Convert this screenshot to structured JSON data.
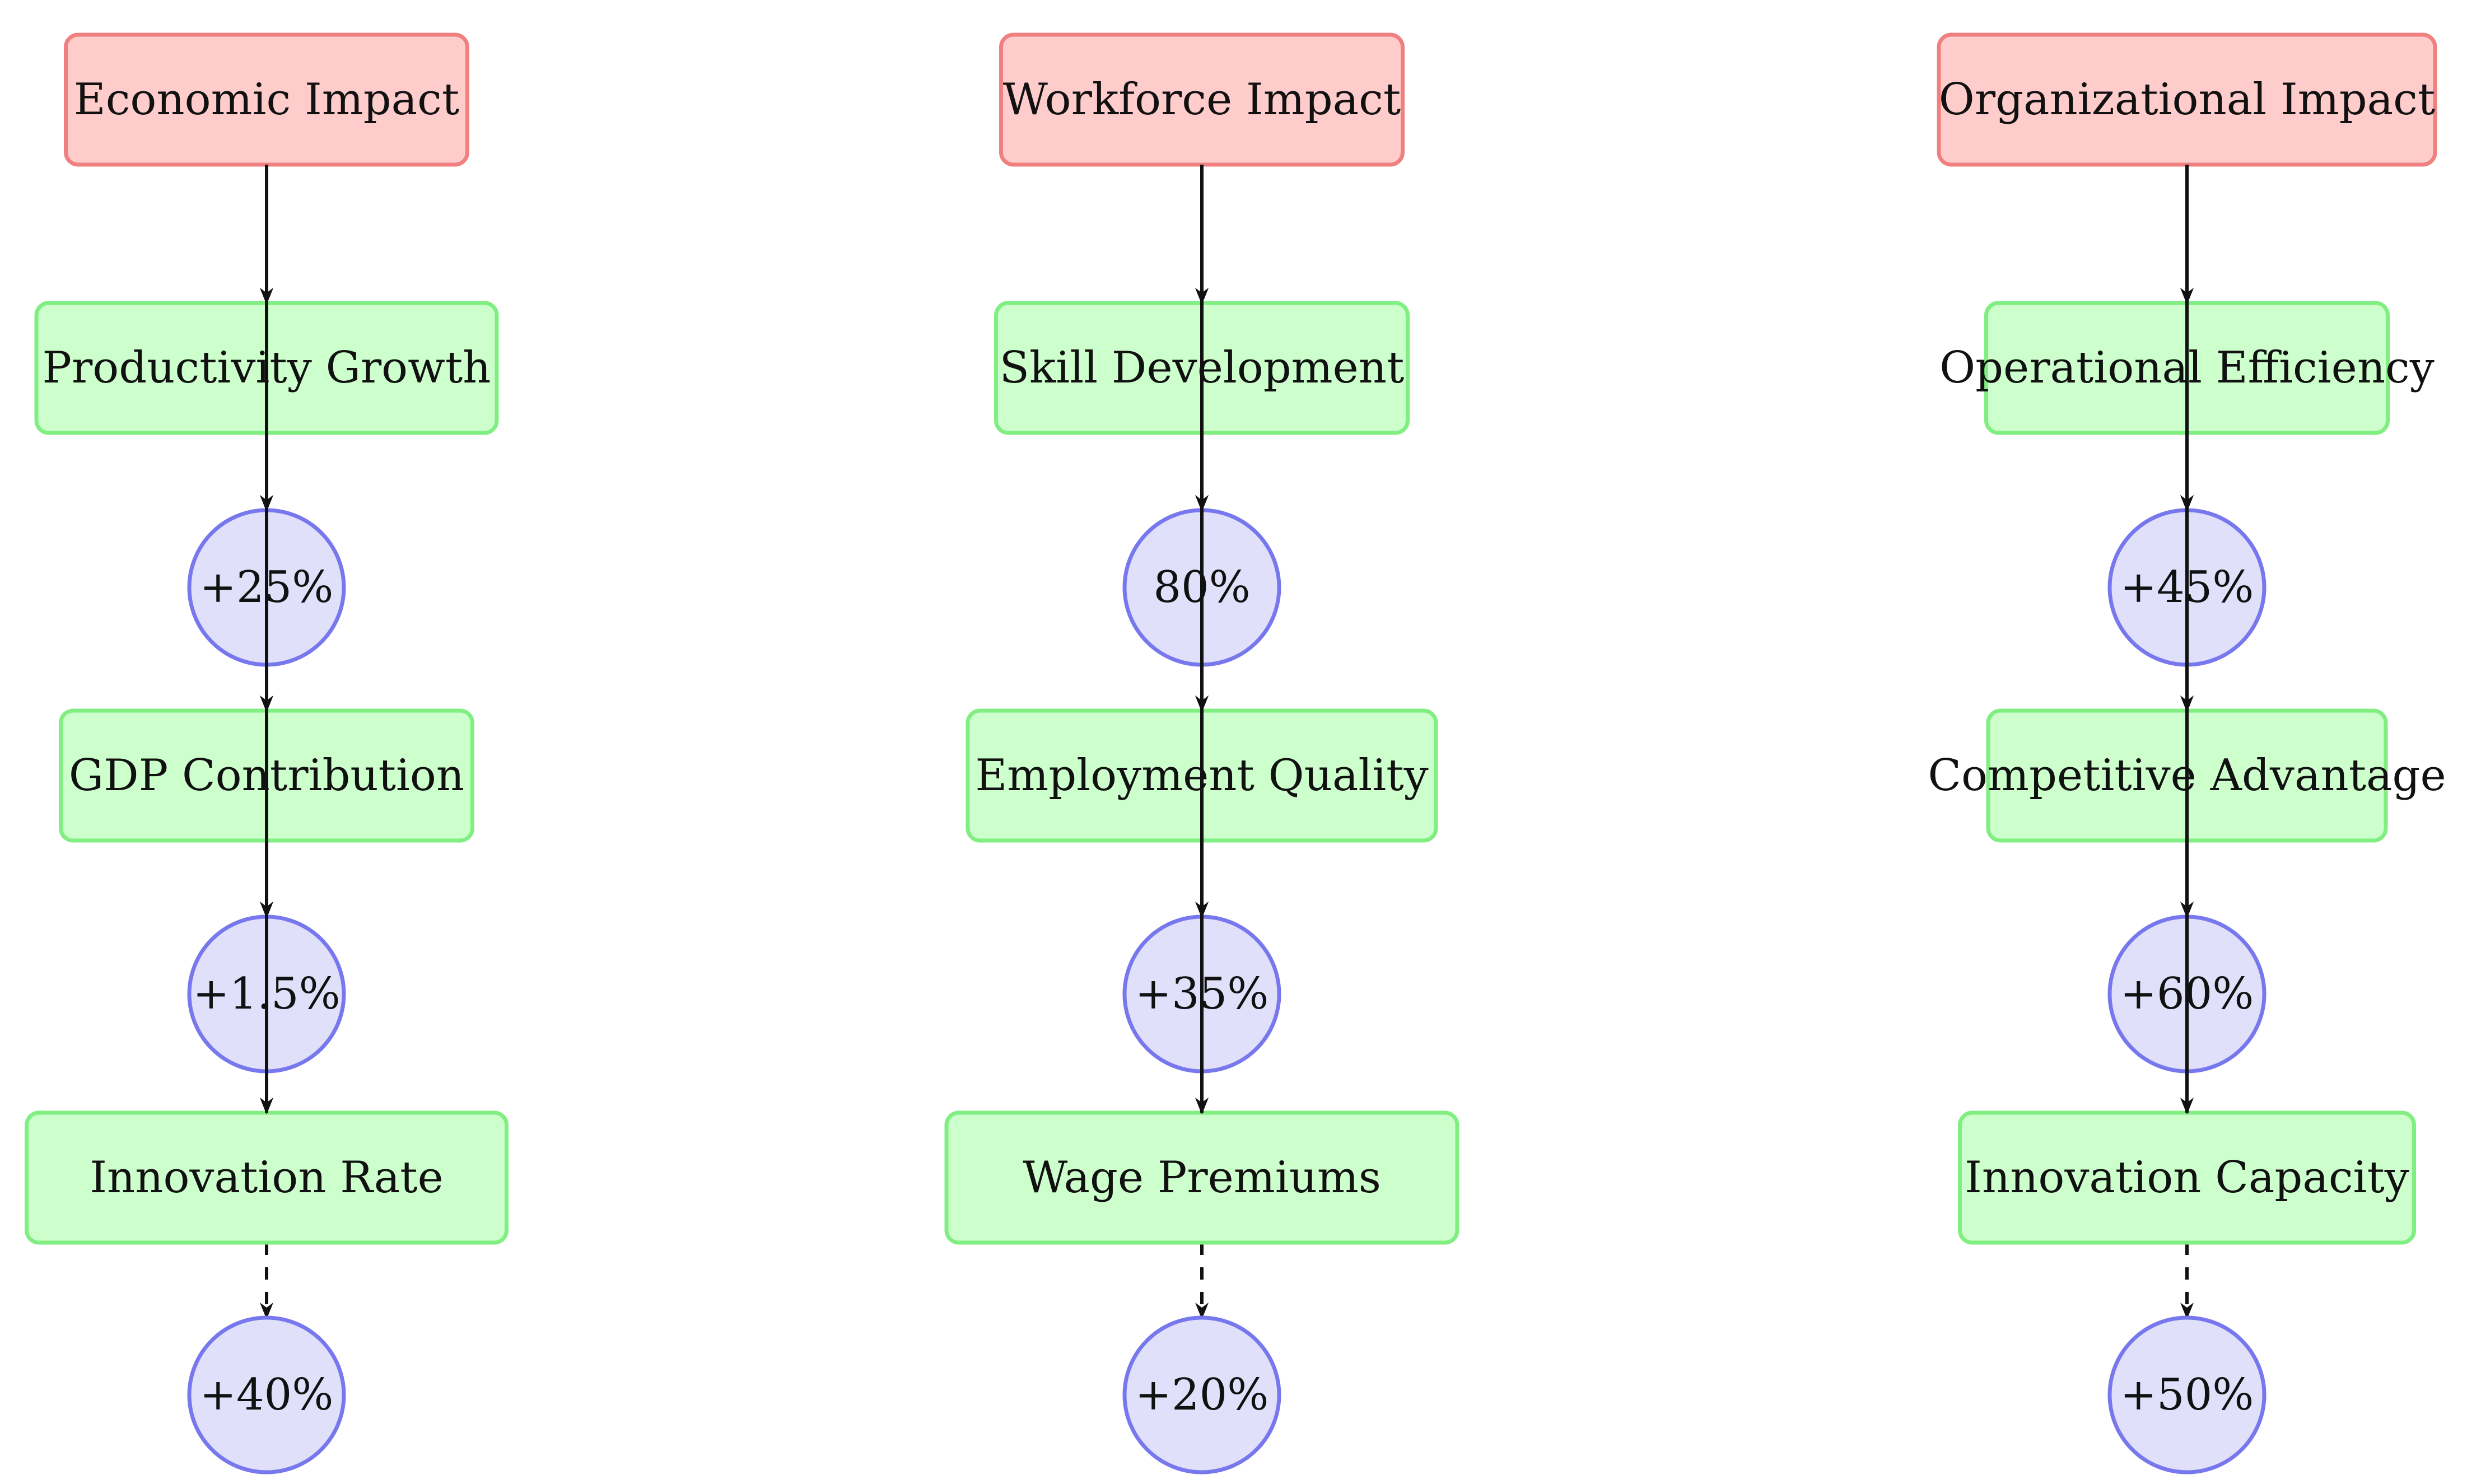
{
  "colors": {
    "header_fill": "#FFCCCC",
    "header_stroke": "#F08080",
    "metric_fill": "#CCFFCC",
    "metric_stroke": "#80EE80",
    "value_fill": "#E0E0FA",
    "value_stroke": "#7878EE",
    "arrow": "#111111"
  },
  "columns": [
    {
      "id": "economic",
      "header": "Economic Impact",
      "metrics": [
        "Productivity Growth",
        "GDP Contribution",
        "Innovation Rate"
      ],
      "values": [
        "+25%",
        "+1.5%",
        "+40%"
      ]
    },
    {
      "id": "workforce",
      "header": "Workforce Impact",
      "metrics": [
        "Skill Development",
        "Employment Quality",
        "Wage Premiums"
      ],
      "values": [
        "80%",
        "+35%",
        "+20%"
      ]
    },
    {
      "id": "organizational",
      "header": "Organizational Impact",
      "metrics": [
        "Operational Efficiency",
        "Competitive Advantage",
        "Innovation Capacity"
      ],
      "values": [
        "+45%",
        "+60%",
        "+50%"
      ]
    }
  ]
}
